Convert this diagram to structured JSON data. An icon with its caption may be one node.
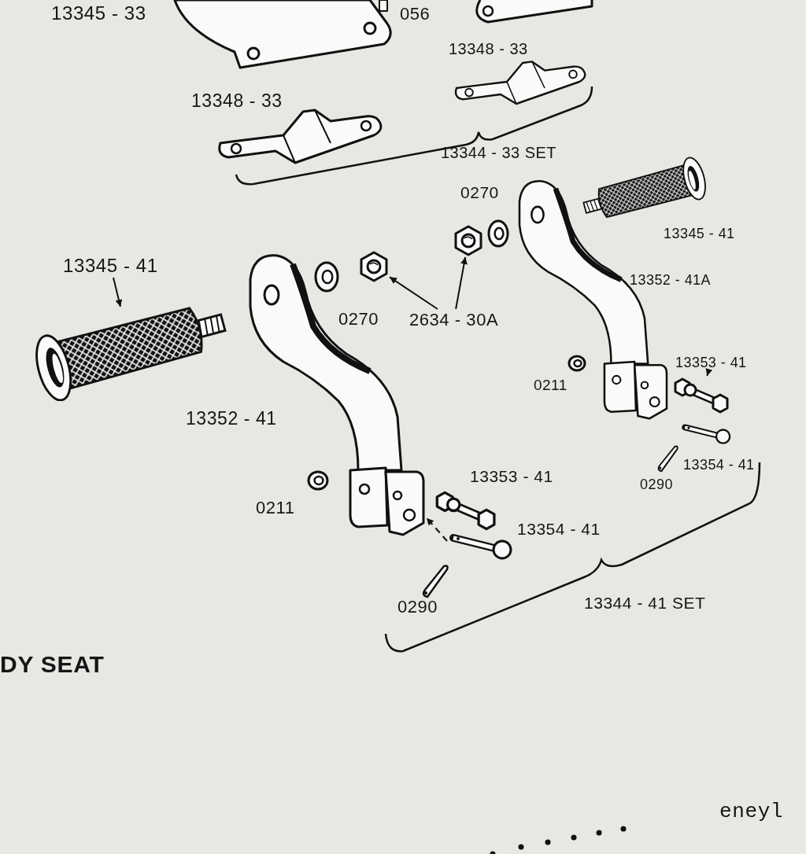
{
  "diagram": {
    "nodes": [
      {
        "text": [
          "13345 - 41"
        ]
      },
      {
        "text": [],
        "shape": "picture"
      },
      {
        "text": [
          "2634 - 30A"
        ]
      },
      {
        "text": [],
        "shape": "picture"
      },
      {
        "text": [],
        "shape": "picture"
      },
      {
        "text": [
          "13353 - 41"
        ]
      },
      {
        "text": [],
        "shape": "picture"
      },
      {
        "text": [],
        "shape": "picture"
      },
      {
        "text": [],
        "shape": "picture"
      }
    ],
    "edges": [
      {
        "from": 0,
        "to": 1,
        "arrow": "to"
      },
      {
        "from": 2,
        "to": 3,
        "arrow": "to"
      },
      {
        "from": 2,
        "to": 4,
        "arrow": "to"
      },
      {
        "from": 5,
        "to": 6,
        "arrow": "to"
      },
      {
        "from": 7,
        "to": 8,
        "arrow": "to",
        "style": "dashed"
      }
    ],
    "labels": [
      "13345 - 33",
      "056",
      "13348 - 33",
      "13348 - 33",
      "13344 - 33 SET",
      "0270",
      "13345 - 41",
      "0270",
      "13352 - 41A",
      "0211",
      "13352 - 41",
      "13354 - 41",
      "0290",
      "13353 - 41",
      "0211",
      "13354 - 41",
      "0290",
      "13344 - 41 SET",
      "DY SEAT",
      "eneyl"
    ]
  }
}
